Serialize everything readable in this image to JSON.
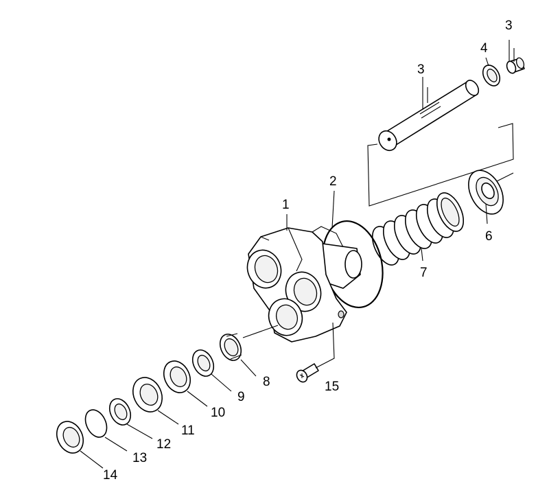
{
  "callouts": [
    {
      "id": "1",
      "text": "1"
    },
    {
      "id": "2",
      "text": "2"
    },
    {
      "id": "3a",
      "text": "3"
    },
    {
      "id": "3b",
      "text": "3"
    },
    {
      "id": "4",
      "text": "4"
    },
    {
      "id": "6",
      "text": "6"
    },
    {
      "id": "7",
      "text": "7"
    },
    {
      "id": "8",
      "text": "8"
    },
    {
      "id": "9",
      "text": "9"
    },
    {
      "id": "10",
      "text": "10"
    },
    {
      "id": "11",
      "text": "11"
    },
    {
      "id": "12",
      "text": "12"
    },
    {
      "id": "13",
      "text": "13"
    },
    {
      "id": "14",
      "text": "14"
    },
    {
      "id": "15",
      "text": "15"
    }
  ]
}
